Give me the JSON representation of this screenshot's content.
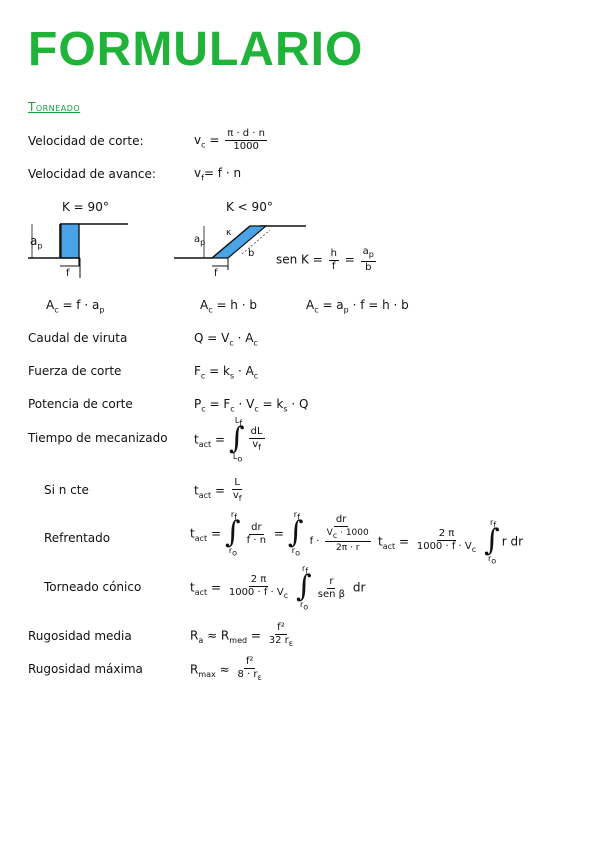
{
  "title": "FORMULARIO",
  "section": "Torneado",
  "rows": {
    "vel_corte": {
      "label": "Velocidad de corte:",
      "lhs": "v",
      "lhs_sub": "c",
      "num": "π · d · n",
      "den": "1000"
    },
    "vel_avance": {
      "label": "Velocidad de avance:",
      "formula": "v",
      "formula_sub": "f",
      "rhs": "= f · n"
    },
    "caudal": {
      "label": "Caudal de viruta",
      "formula": "Q = V",
      "sub1": "c",
      "mid": " · A",
      "sub2": "c"
    },
    "fuerza": {
      "label": "Fuerza de corte",
      "formula": "F",
      "sub1": "c",
      "mid": " = k",
      "sub2": "s",
      "end": " · A",
      "sub3": "c"
    },
    "potencia": {
      "label": "Potencia de corte",
      "formula": "P",
      "sub1": "c",
      "mid": " = F",
      "sub2": "c",
      "mid2": " · V",
      "sub3": "c",
      "end": " = k",
      "sub4": "s",
      "end2": " · Q"
    },
    "tiempo": {
      "label": "Tiempo de mecanizado",
      "lhs": "t",
      "lhs_sub": "act",
      "upper": "L",
      "upper_sub": "f",
      "lower": "L",
      "lower_sub": "o",
      "num": "dL",
      "den": "v",
      "den_sub": "f"
    },
    "cte": {
      "label": "Si n cte",
      "lhs": "t",
      "lhs_sub": "act",
      "num": "L",
      "den": "v",
      "den_sub": "f"
    },
    "refrentado": {
      "label": "Refrentado",
      "lhs": "t",
      "lhs_sub": "act",
      "upper": "r",
      "upper_sub": "f",
      "lower": "r",
      "lower_sub": "o",
      "num1": "dr",
      "den1": "f · n",
      "num2": "dr",
      "den2_a": "f · ",
      "den2_num": "V",
      "den2_num_sub": "c",
      "den2_num_end": " · 1000",
      "den2_den": "2π · r",
      "lhs2": "t",
      "lhs2_sub": "act",
      "num3": "2 π",
      "den3": "1000 · f · V",
      "den3_sub": "c",
      "tail": "r dr"
    },
    "conico": {
      "label": "Torneado cónico",
      "lhs": "t",
      "lhs_sub": "act",
      "num": "2 π",
      "den": "1000 · f · V",
      "den_sub": "c",
      "upper": "r",
      "upper_sub": "f",
      "lower": "r",
      "lower_sub": "o",
      "num2": "r",
      "den2": "sen β",
      "tail": "dr"
    },
    "rug_media": {
      "label": "Rugosidad media",
      "lhs": "R",
      "lhs_sub": "a",
      "approx": " ≈ R",
      "approx_sub": "med",
      "num": "f²",
      "den": "32 r",
      "den_sub": "ε"
    },
    "rug_max": {
      "label": "Rugosidad máxima",
      "lhs": "R",
      "lhs_sub": "max",
      "num": "f²",
      "den": "8 · r",
      "den_sub": "ε"
    }
  },
  "diagram": {
    "left_title": "K = 90°",
    "right_title": "K < 90°",
    "ap": "a",
    "ap_sub": "p",
    "f": "f",
    "k": "κ",
    "b": "b",
    "h": "h",
    "sen": "sen K =",
    "sen_num1": "h",
    "sen_den1": "f",
    "sen_num2": "a",
    "sen_num2_sub": "p",
    "sen_den2": "b",
    "fill_color": "#4aa3e6"
  },
  "areas": {
    "a1": {
      "lhs": "A",
      "sub": "c",
      "rhs": " = f · a",
      "rhs_sub": "p"
    },
    "a2": {
      "lhs": "A",
      "sub": "c",
      "rhs": " = h · b"
    },
    "a3": {
      "lhs": "A",
      "sub": "c",
      "rhs": " = a",
      "rhs_sub": "p",
      "end": " · f = h · b"
    }
  }
}
